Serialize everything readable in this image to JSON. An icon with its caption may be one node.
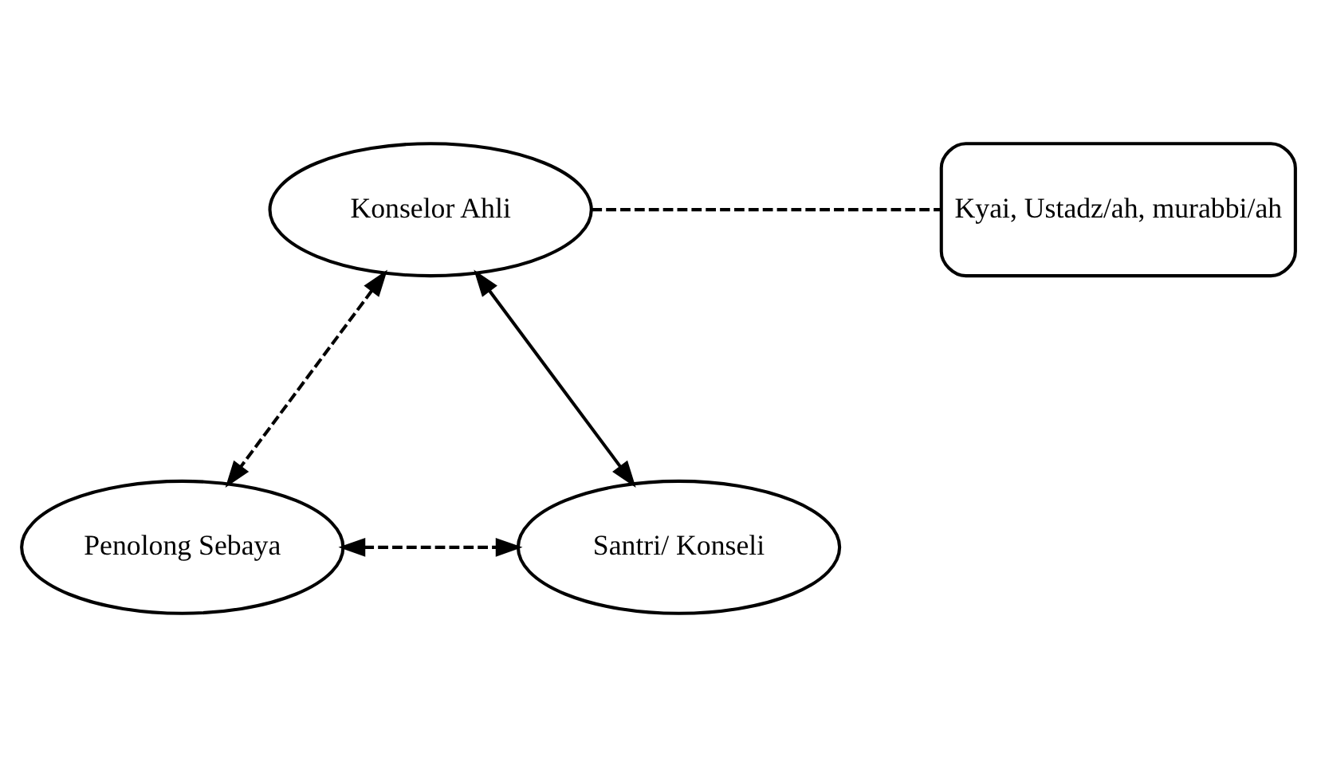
{
  "diagram": {
    "nodes": [
      {
        "text": [
          "Konselor Ahli"
        ]
      },
      {
        "text": [
          "Kyai, Ustadz/ah, murabbi/ah"
        ]
      },
      {
        "text": [
          "Penolong Sebaya"
        ]
      },
      {
        "text": [
          "Santri/ Konseli"
        ]
      }
    ],
    "edges": [
      {
        "from": 0,
        "to": 1,
        "arrow": "none",
        "style": "dashed"
      },
      {
        "from": 0,
        "to": 2,
        "arrow": "both",
        "style": "dashed"
      },
      {
        "from": 0,
        "to": 3,
        "arrow": "both"
      },
      {
        "from": 2,
        "to": 3,
        "arrow": "both",
        "style": "dashed"
      }
    ]
  }
}
